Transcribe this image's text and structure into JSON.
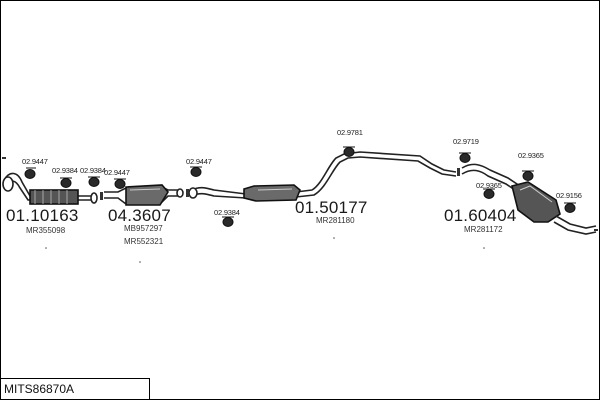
{
  "sections": [
    {
      "part_no": "01.10163",
      "oem": [
        "MR355098"
      ]
    },
    {
      "part_no": "04.3607",
      "oem": [
        "MB957297",
        "MR552321"
      ]
    },
    {
      "part_no": "01.50177",
      "oem": [
        "MR281180"
      ]
    },
    {
      "part_no": "01.60404",
      "oem": [
        "MR281172"
      ]
    }
  ],
  "clamps": [
    "02.9447",
    "02.9384",
    "02.9384",
    "02.9447",
    "02.9447",
    "02.9384",
    "02.9781",
    "02.9719",
    "02.9365",
    "02.9365",
    "02.9156"
  ],
  "footer": {
    "code": "MITS86870A"
  }
}
